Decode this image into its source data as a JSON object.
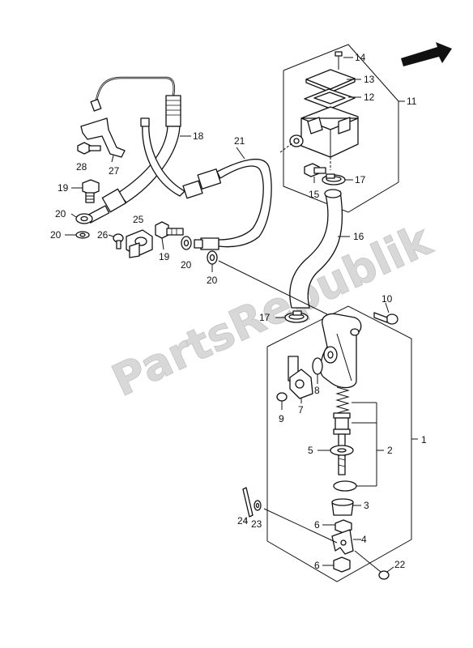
{
  "watermark": "PartsRepublik",
  "callouts": {
    "p1": "1",
    "p2": "2",
    "p3": "3",
    "p4": "4",
    "p5": "5",
    "p6a": "6",
    "p6b": "6",
    "p7": "7",
    "p8": "8",
    "p9": "9",
    "p10": "10",
    "p11": "11",
    "p12": "12",
    "p13": "13",
    "p14": "14",
    "p15": "15",
    "p16": "16",
    "p17a": "17",
    "p17b": "17",
    "p18": "18",
    "p19a": "19",
    "p19b": "19",
    "p20a": "20",
    "p20b": "20",
    "p20c": "20",
    "p20d": "20",
    "p21": "21",
    "p22": "22",
    "p23": "23",
    "p24": "24",
    "p25": "25",
    "p26": "26",
    "p27": "27",
    "p28": "28"
  }
}
